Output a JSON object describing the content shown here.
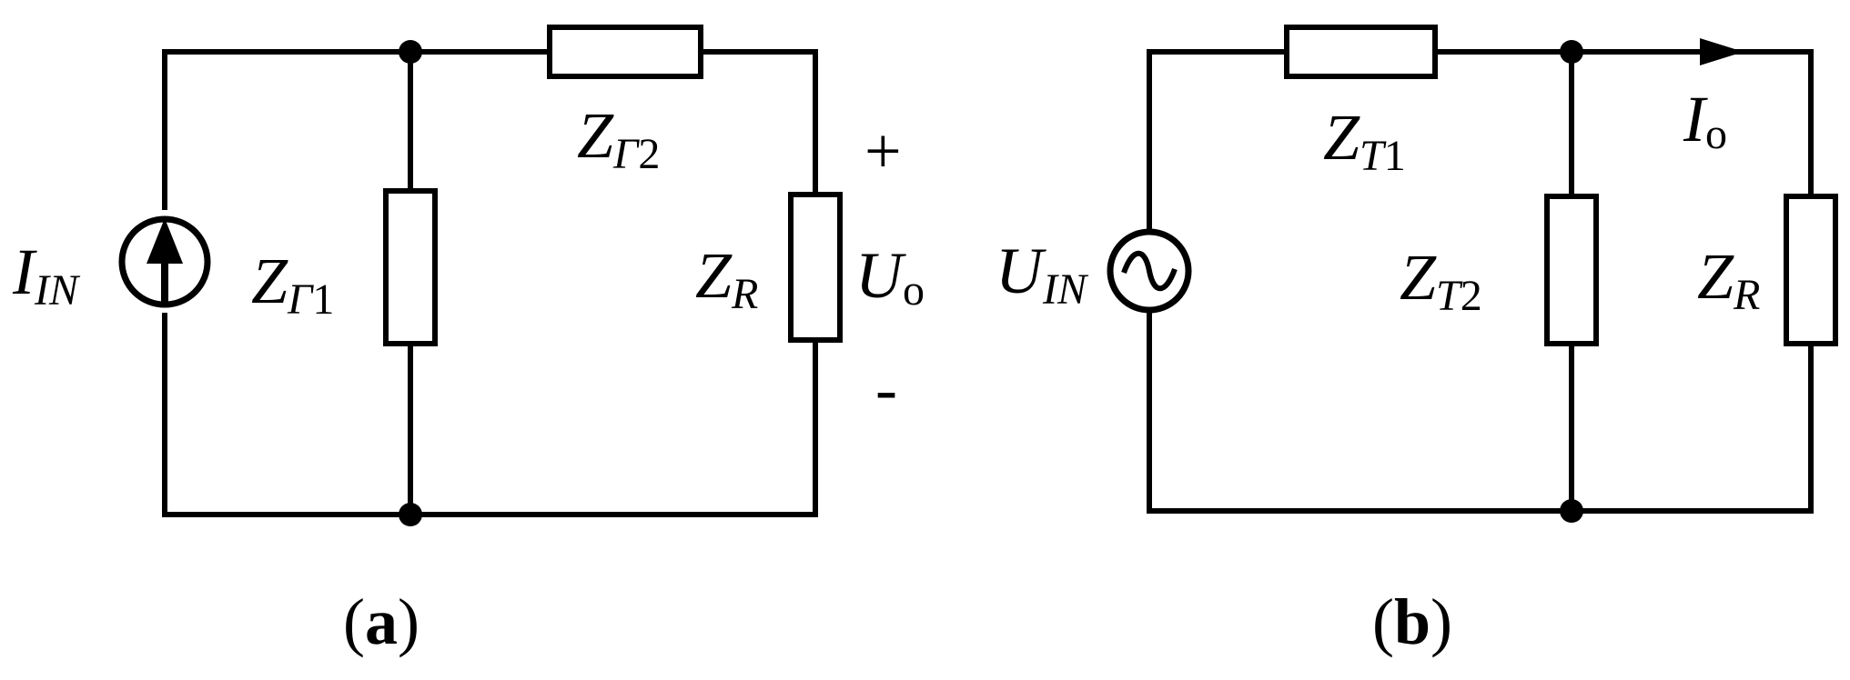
{
  "circuit_a": {
    "caption_open": "(",
    "caption_letter": "a",
    "caption_close": ")",
    "source_label": "I",
    "source_sub": "IN",
    "z1_label": "Z",
    "z1_sub_greek": "Γ",
    "z1_sub_num": "1",
    "z2_label": "Z",
    "z2_sub_greek": "Γ",
    "z2_sub_num": "2",
    "zr_label": "Z",
    "zr_sub": "R",
    "out_label": "U",
    "out_sub": "o",
    "plus": "+",
    "minus": "-"
  },
  "circuit_b": {
    "caption_open": "(",
    "caption_letter": "b",
    "caption_close": ")",
    "source_label": "U",
    "source_sub": "IN",
    "z1_label": "Z",
    "z1_sub_greek": "T",
    "z1_sub_num": "1",
    "z2_label": "Z",
    "z2_sub_greek": "T",
    "z2_sub_num": "2",
    "zr_label": "Z",
    "zr_sub": "R",
    "out_label": "I",
    "out_sub": "o"
  }
}
